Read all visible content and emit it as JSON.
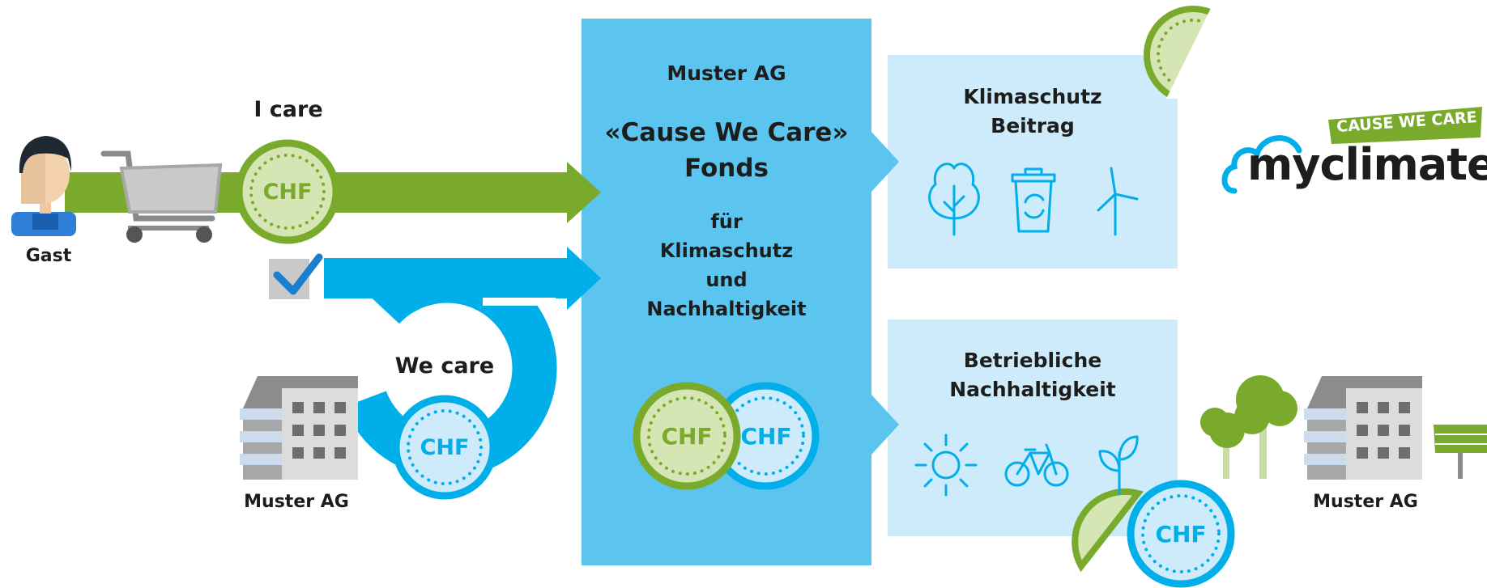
{
  "colors": {
    "green": "#7aaa2c",
    "light_green": "#d5e6b4",
    "blue": "#00aee9",
    "fund_blue": "#5bc5f0",
    "light_blue": "#cdebfa",
    "building_gray": "#a8a8a8",
    "text": "#1d1d1b"
  },
  "guest": {
    "label": "Gast",
    "icon": "guest-avatar-icon"
  },
  "i_care": {
    "label": "I care"
  },
  "we_care": {
    "label": "We care"
  },
  "company_left": {
    "label": "Muster AG"
  },
  "company_right": {
    "label": "Muster AG"
  },
  "coin_label": "CHF",
  "fund": {
    "company": "Muster AG",
    "title_line1": "«Cause We Care»",
    "title_line2": "Fonds",
    "sub_line1": "für",
    "sub_line2": "Klimaschutz",
    "sub_line3": "und",
    "sub_line4": "Nachhaltigkeit"
  },
  "panel_climate": {
    "title_line1": "Klimaschutz",
    "title_line2": "Beitrag",
    "icons": [
      "tree-icon",
      "recycle-bin-icon",
      "wind-turbine-icon"
    ]
  },
  "panel_sustainability": {
    "title_line1": "Betriebliche",
    "title_line2": "Nachhaltigkeit",
    "icons": [
      "sun-icon",
      "bicycle-icon",
      "plant-icon"
    ]
  },
  "brand": {
    "tagline": "CAUSE WE CARE",
    "name": "myclimate"
  }
}
